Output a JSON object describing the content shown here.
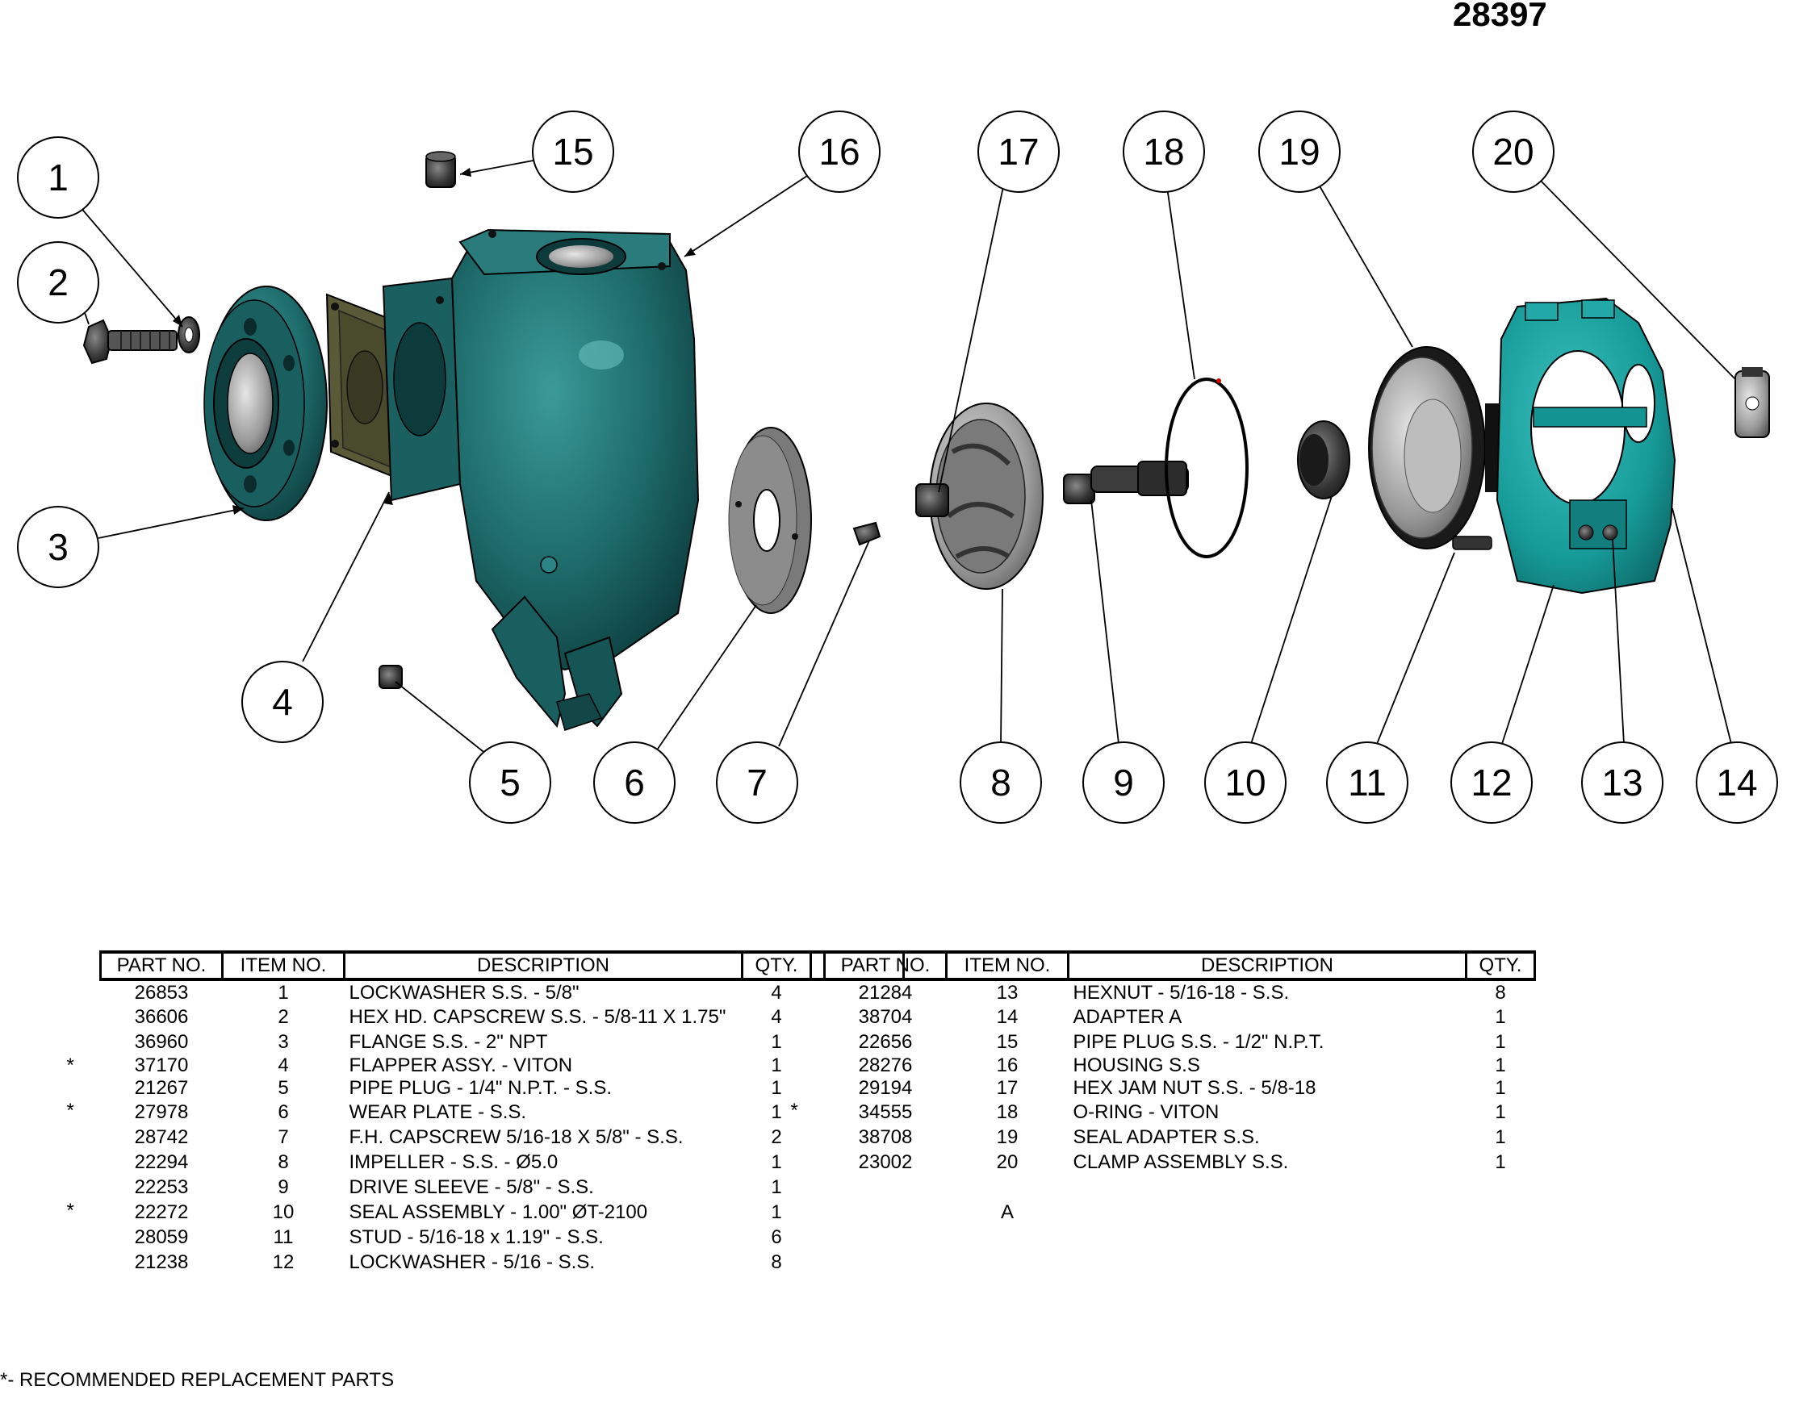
{
  "doc_number": "28397",
  "callouts": [
    "1",
    "2",
    "3",
    "4",
    "5",
    "6",
    "7",
    "8",
    "9",
    "10",
    "11",
    "12",
    "13",
    "14",
    "15",
    "16",
    "17",
    "18",
    "19",
    "20"
  ],
  "parts_table": {
    "headers": {
      "part_no": "PART NO.",
      "item_no": "ITEM NO.",
      "description": "DESCRIPTION",
      "qty": "QTY."
    },
    "left_rows": [
      {
        "mark": "",
        "part_no": "26853",
        "item_no": "1",
        "description": "LOCKWASHER S.S. - 5/8\"",
        "qty": "4"
      },
      {
        "mark": "",
        "part_no": "36606",
        "item_no": "2",
        "description": "HEX HD. CAPSCREW S.S. - 5/8-11 X 1.75\"",
        "qty": "4"
      },
      {
        "mark": "",
        "part_no": "36960",
        "item_no": "3",
        "description": "FLANGE S.S. - 2\" NPT",
        "qty": "1"
      },
      {
        "mark": "*",
        "part_no": "37170",
        "item_no": "4",
        "description": "FLAPPER ASSY. - VITON",
        "qty": "1"
      },
      {
        "mark": "",
        "part_no": "21267",
        "item_no": "5",
        "description": "PIPE PLUG - 1/4\" N.P.T. - S.S.",
        "qty": "1"
      },
      {
        "mark": "*",
        "part_no": "27978",
        "item_no": "6",
        "description": "WEAR PLATE - S.S.",
        "qty": "1"
      },
      {
        "mark": "",
        "part_no": "28742",
        "item_no": "7",
        "description": "F.H. CAPSCREW 5/16-18 X 5/8\" - S.S.",
        "qty": "2"
      },
      {
        "mark": "",
        "part_no": "22294",
        "item_no": "8",
        "description": "IMPELLER - S.S. - Ø5.0",
        "qty": "1"
      },
      {
        "mark": "",
        "part_no": "22253",
        "item_no": "9",
        "description": "DRIVE SLEEVE - 5/8\" - S.S.",
        "qty": "1"
      },
      {
        "mark": "*",
        "part_no": "22272",
        "item_no": "10",
        "description": "SEAL ASSEMBLY - 1.00\"   ØT-2100",
        "qty": "1"
      },
      {
        "mark": "",
        "part_no": "28059",
        "item_no": "11",
        "description": "STUD - 5/16-18 x 1.19\" - S.S.",
        "qty": "6"
      },
      {
        "mark": "",
        "part_no": "21238",
        "item_no": "12",
        "description": "LOCKWASHER - 5/16 - S.S.",
        "qty": "8"
      }
    ],
    "right_rows": [
      {
        "mark": "",
        "part_no": "21284",
        "item_no": "13",
        "description": "HEXNUT - 5/16-18 - S.S.",
        "qty": "8"
      },
      {
        "mark": "",
        "part_no": "38704",
        "item_no": "14",
        "description": "ADAPTER A",
        "qty": "1"
      },
      {
        "mark": "",
        "part_no": "22656",
        "item_no": "15",
        "description": "PIPE PLUG S.S. - 1/2\" N.P.T.",
        "qty": "1"
      },
      {
        "mark": "",
        "part_no": "28276",
        "item_no": "16",
        "description": "HOUSING S.S",
        "qty": "1"
      },
      {
        "mark": "",
        "part_no": "29194",
        "item_no": "17",
        "description": "HEX JAM NUT S.S. - 5/8-18",
        "qty": "1"
      },
      {
        "mark": "*",
        "part_no": "34555",
        "item_no": "18",
        "description": "O-RING - VITON",
        "qty": "1"
      },
      {
        "mark": "",
        "part_no": "38708",
        "item_no": "19",
        "description": "SEAL ADAPTER S.S.",
        "qty": "1"
      },
      {
        "mark": "",
        "part_no": "23002",
        "item_no": "20",
        "description": "CLAMP ASSEMBLY S.S.",
        "qty": "1"
      },
      {
        "mark": "",
        "part_no": "",
        "item_no": "",
        "description": "",
        "qty": ""
      },
      {
        "mark": "",
        "part_no": "",
        "item_no": "A",
        "description": "",
        "qty": ""
      }
    ]
  },
  "footnote": "*- RECOMMENDED REPLACEMENT PARTS",
  "colors": {
    "casting": "#1e6b6b",
    "casting_dark": "#0f4546",
    "adapter": "#1a9a9a",
    "steel": "#8a8a8a",
    "ink": "#000000"
  }
}
